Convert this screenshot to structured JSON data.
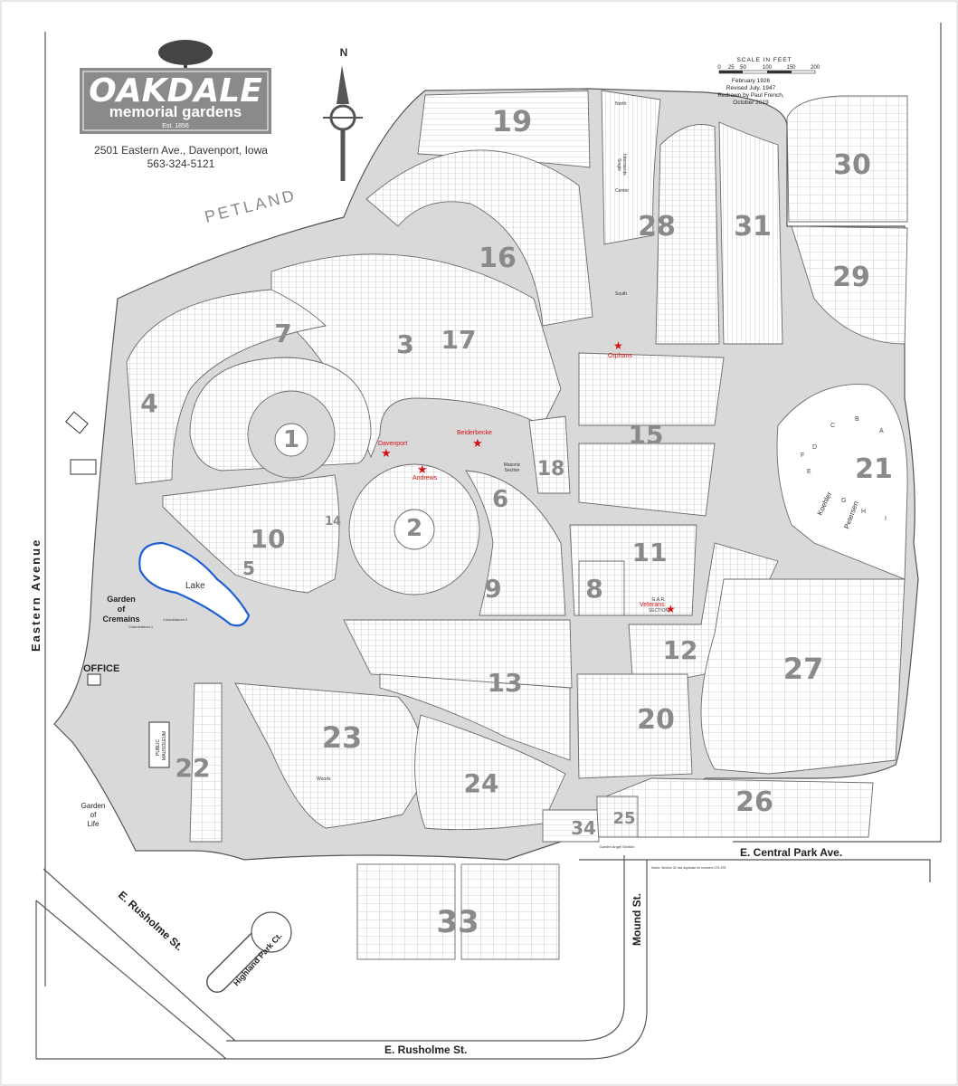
{
  "header": {
    "logo_title": "OAKDALE",
    "logo_subtitle": "memorial gardens",
    "logo_est": "Est. 1856",
    "address": "2501 Eastern Ave., Davenport, Iowa",
    "phone": "563-324-5121"
  },
  "compass": {
    "north_label": "N"
  },
  "scale": {
    "title": "SCALE IN FEET",
    "ticks": [
      "0",
      "25",
      "50",
      "100",
      "150",
      "200"
    ],
    "credits": [
      "February 1926",
      "Revised July, 1947",
      "Redrawn by Paul French,",
      "October 2019"
    ]
  },
  "roads": {
    "eastern": "Eastern Avenue",
    "petland": "PETLAND",
    "central_park": "E. Central Park Ave.",
    "mound": "Mound St.",
    "rusholme_diag": "E. Rusholme St.",
    "rusholme_bottom": "E. Rusholme St.",
    "highland": "Highland Park Ct."
  },
  "features": {
    "office": "OFFICE",
    "lake": "Lake",
    "cremains_1": "Garden",
    "cremains_2": "of",
    "cremains_3": "Cremains",
    "columbarium_1": "Columbarium 1",
    "columbarium_2": "Columbarium 2",
    "life_1": "Garden",
    "life_2": "of",
    "life_3": "Life",
    "mausoleum_1": "PUBLIC",
    "mausoleum_2": "MAUSOLEUM",
    "masonic_1": "Masonic",
    "masonic_2": "Section",
    "gar_1": "G.A.R.",
    "gar_2": "SECTION",
    "single_1": "Single",
    "single_2": "Interments",
    "north": "North",
    "center": "Center",
    "south": "South",
    "koehler": "Koehler",
    "petersen": "Petersen",
    "woods": "Woods",
    "garden_angel": "Garden Angel Section",
    "note": "Notes: Section 34 has duplicate lot numbers 379-378"
  },
  "markers": {
    "davenport": "Davenport",
    "beiderbecke": "Beiderbecke",
    "andrews": "Andrews",
    "orphans": "Orphans",
    "veterans": "Veterans"
  },
  "sections": {
    "s1": "1",
    "s2": "2",
    "s3": "3",
    "s4": "4",
    "s5": "5",
    "s6": "6",
    "s7": "7",
    "s8": "8",
    "s9": "9",
    "s10": "10",
    "s11": "11",
    "s12": "12",
    "s13": "13",
    "s14": "14",
    "s15": "15",
    "s16": "16",
    "s17": "17",
    "s18": "18",
    "s19": "19",
    "s20": "20",
    "s21": "21",
    "s22": "22",
    "s23": "23",
    "s24": "24",
    "s25": "25",
    "s26": "26",
    "s27": "27",
    "s28": "28",
    "s29": "29",
    "s30": "30",
    "s31": "31",
    "s33": "33",
    "s34": "34"
  },
  "sub_letters": [
    "A",
    "B",
    "C",
    "D",
    "E",
    "F",
    "G",
    "H",
    "I"
  ],
  "colors": {
    "road": "#d9d9d9",
    "road_edge": "#555555",
    "plot_line": "#9a9a9a",
    "lake": "#1f5fd6",
    "marker": "#d41111",
    "section_number": "#8a8a8a"
  }
}
